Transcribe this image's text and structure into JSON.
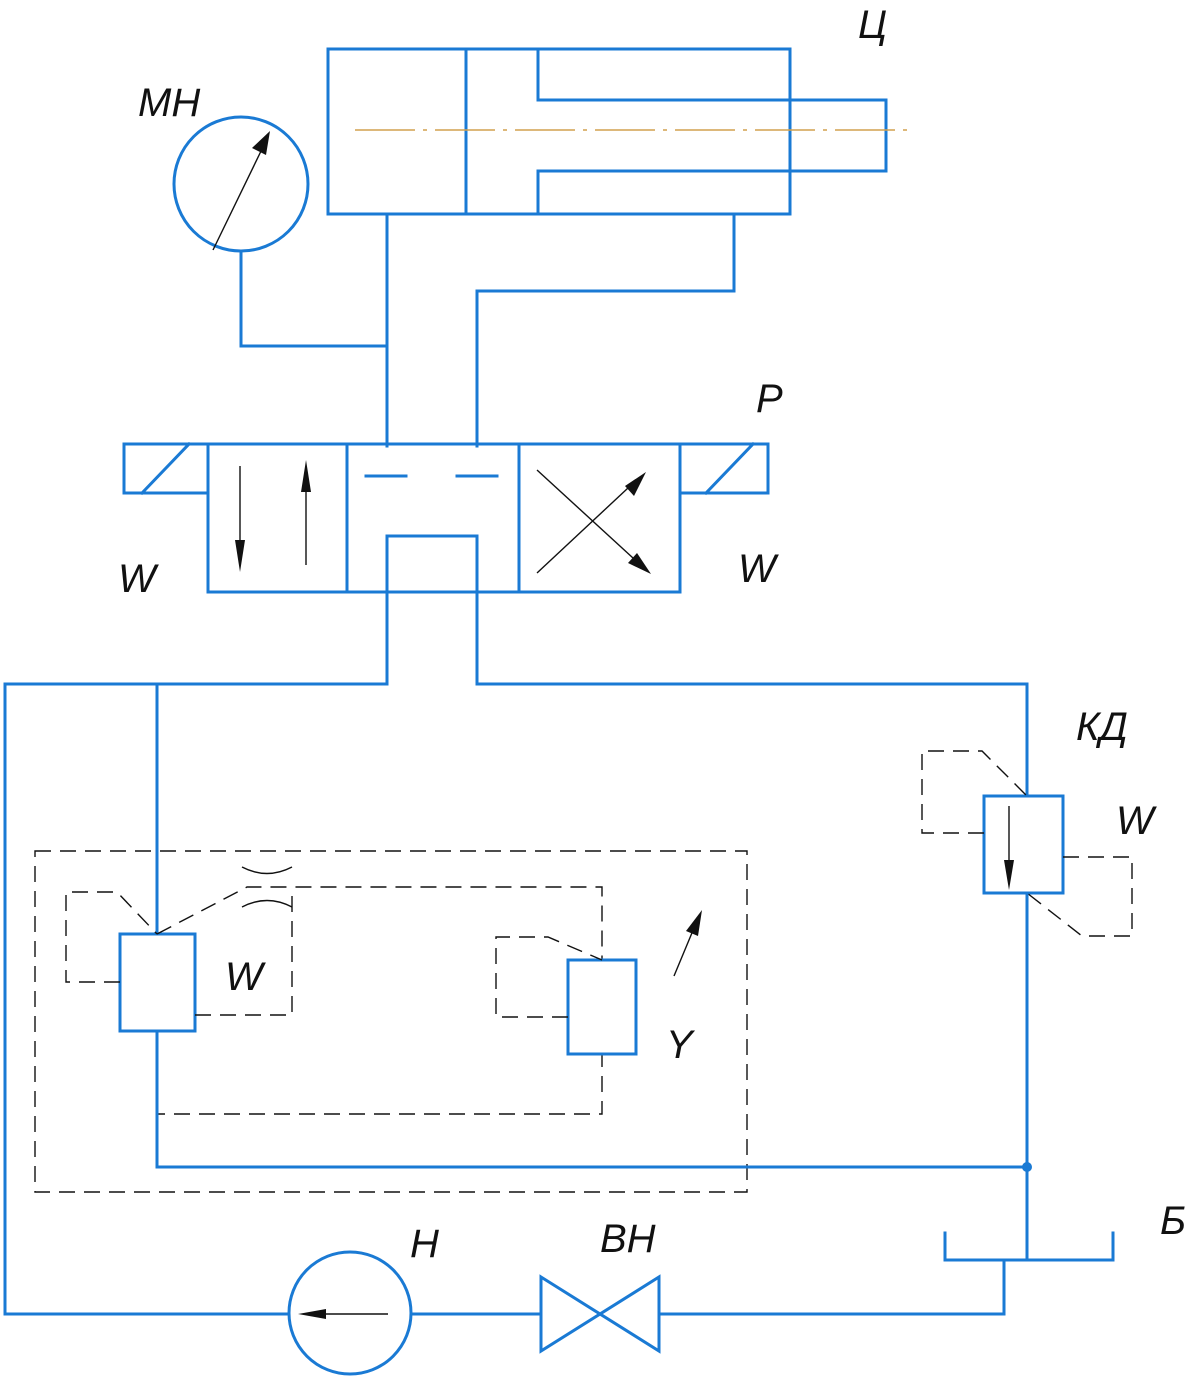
{
  "labels": {
    "cylinder": "Ц",
    "manometer": "МН",
    "distributor": "Р",
    "spring_left": "W",
    "spring_right": "W",
    "pressure_valve": "КД",
    "pressure_valve_spring": "W",
    "flow_valve_spring": "W",
    "control_signal": "Y",
    "pump": "Н",
    "shutoff_valve": "ВН",
    "tank": "Б"
  },
  "colors": {
    "pipe": "#1a7ad4",
    "symbol": "#111111",
    "axis_line": "#d2a04e"
  }
}
